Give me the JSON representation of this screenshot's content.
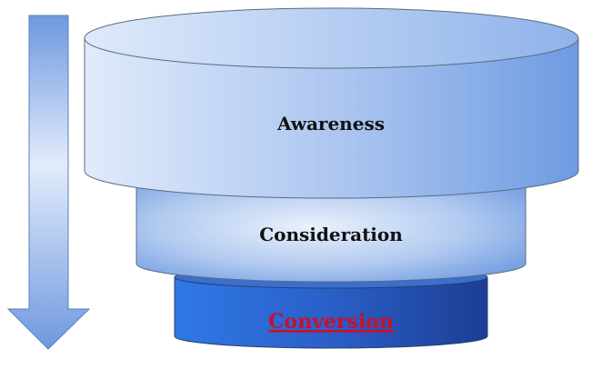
{
  "funnel": {
    "stages": [
      {
        "label": "Awareness"
      },
      {
        "label": "Consideration"
      },
      {
        "label": "Conversion"
      }
    ],
    "colors": {
      "stage_light": "#dde9fa",
      "stage_mid": "#a9c3ef",
      "stage_dark": "#6e9be2",
      "conversion_light": "#2f78e6",
      "conversion_dark": "#1b3e93",
      "conversion_label": "#c8102e",
      "label": "#111111",
      "outline": "#5b6b80"
    },
    "arrow": {
      "icon": "down-arrow-icon"
    }
  }
}
